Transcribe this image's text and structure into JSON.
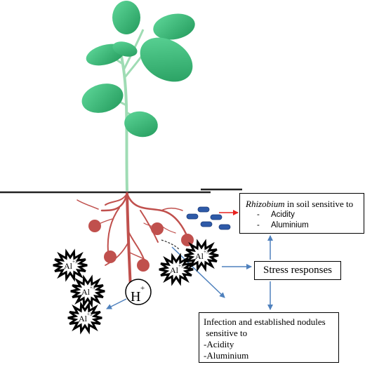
{
  "rhizobium_box": {
    "title_italic": "Rhizobium",
    "title_rest": " in soil sensitive to",
    "items": [
      "Acidity",
      "Aluminium"
    ]
  },
  "stress_box": {
    "label": "Stress responses"
  },
  "nodule_box": {
    "lines": [
      "Infection and established nodules",
      " sensitive to",
      "-Acidity",
      "-Aluminium"
    ]
  },
  "ions": {
    "aluminium": "Al",
    "aluminium_charge": "+3",
    "hydrogen": "H",
    "hydrogen_charge": "+"
  },
  "colors": {
    "leaf": "#3cc27a",
    "root": "#c0504d",
    "arrow": "#4f81bd",
    "red_arrow": "#e8221f",
    "bacteria": "#2e5aa8"
  }
}
